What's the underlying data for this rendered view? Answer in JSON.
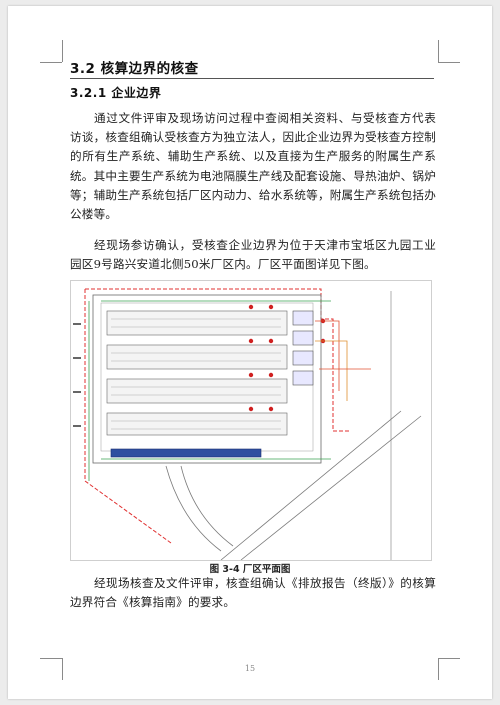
{
  "section": {
    "number_title": "3.2 核算边界的核查",
    "sub_heading": "3.2.1 企业边界"
  },
  "paragraphs": {
    "p1": "通过文件评审及现场访问过程中查阅相关资料、与受核查方代表访谈，核查组确认受核查方为独立法人，因此企业边界为受核查方控制的所有生产系统、辅助生产系统、以及直接为生产服务的附属生产系统。其中主要生产系统为电池隔膜生产线及配套设施、导热油炉、锅炉等；辅助生产系统包括厂区内动力、给水系统等，附属生产系统包括办公楼等。",
    "p2": "经现场参访确认，受核查企业边界为位于天津市宝坻区九园工业园区9号路兴安道北侧50米厂区内。厂区平面图详见下图。",
    "p3": "经现场核查及文件评审，核查组确认《排放报告（终版）》的核算边界符合《核算指南》的要求。"
  },
  "figure": {
    "caption": "图 3-4 厂区平面图"
  },
  "page_number": "15"
}
